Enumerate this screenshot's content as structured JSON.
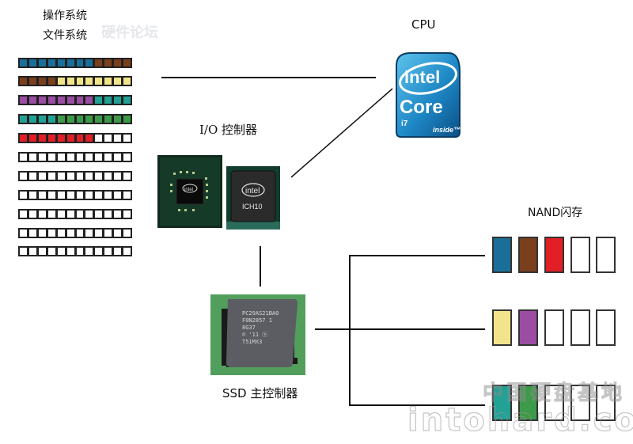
{
  "labels": {
    "os": "操作系统",
    "fs": "文件系统",
    "cpu": "CPU",
    "io": "I/O 控制器",
    "ssd": "SSD 主控制器",
    "nand": "NAND闪存"
  },
  "colors": {
    "blue": "#1a6f9a",
    "brown": "#7a3f1c",
    "yellow": "#f2e48a",
    "purple": "#9b4ca3",
    "teal": "#22a195",
    "green": "#3c9a48",
    "red": "#e21f26",
    "empty": "#ffffff"
  },
  "file_blocks": [
    [
      "blue",
      "blue",
      "blue",
      "blue",
      "blue",
      "blue",
      "blue",
      "blue",
      "brown",
      "brown",
      "brown",
      "brown"
    ],
    [
      "brown",
      "brown",
      "brown",
      "brown",
      "yellow",
      "yellow",
      "yellow",
      "yellow",
      "yellow",
      "yellow",
      "yellow",
      "yellow"
    ],
    [
      "purple",
      "purple",
      "purple",
      "purple",
      "purple",
      "purple",
      "purple",
      "purple",
      "teal",
      "teal",
      "teal",
      "teal"
    ],
    [
      "teal",
      "teal",
      "teal",
      "teal",
      "green",
      "green",
      "green",
      "green",
      "green",
      "green",
      "green",
      "green"
    ],
    [
      "red",
      "red",
      "red",
      "red",
      "red",
      "red",
      "red",
      "red",
      "empty",
      "empty",
      "empty",
      "empty"
    ],
    [
      "empty",
      "empty",
      "empty",
      "empty",
      "empty",
      "empty",
      "empty",
      "empty",
      "empty",
      "empty",
      "empty",
      "empty"
    ],
    [
      "empty",
      "empty",
      "empty",
      "empty",
      "empty",
      "empty",
      "empty",
      "empty",
      "empty",
      "empty",
      "empty",
      "empty"
    ],
    [
      "empty",
      "empty",
      "empty",
      "empty",
      "empty",
      "empty",
      "empty",
      "empty",
      "empty",
      "empty",
      "empty",
      "empty"
    ],
    [
      "empty",
      "empty",
      "empty",
      "empty",
      "empty",
      "empty",
      "empty",
      "empty",
      "empty",
      "empty",
      "empty",
      "empty"
    ],
    [
      "empty",
      "empty",
      "empty",
      "empty",
      "empty",
      "empty",
      "empty",
      "empty",
      "empty",
      "empty",
      "empty",
      "empty"
    ],
    [
      "empty",
      "empty",
      "empty",
      "empty",
      "empty",
      "empty",
      "empty",
      "empty",
      "empty",
      "empty",
      "empty",
      "empty"
    ]
  ],
  "nand_rows": [
    [
      "blue",
      "brown",
      "red",
      "empty",
      "empty"
    ],
    [
      "yellow",
      "purple",
      "empty",
      "empty",
      "empty"
    ],
    [
      "teal",
      "green",
      "empty",
      "empty",
      "empty"
    ]
  ],
  "cpu_logo": {
    "brand": "intel",
    "product": "Core",
    "model": "i7",
    "tagline": "inside™"
  },
  "io_chips": {
    "left_chip_text": "intel",
    "right_chip_brand": "intel",
    "right_chip_model": "ICH10"
  },
  "ssd_chip": {
    "lines": [
      "PC29AS21BA0",
      "F0N2857 1",
      "8G37",
      "© '11 ⓔ",
      "T51MX3"
    ]
  },
  "watermarks": {
    "top": "硬件论坛",
    "bottom_url": "intohard.com",
    "bottom_cn": "中国硬盘基地"
  }
}
